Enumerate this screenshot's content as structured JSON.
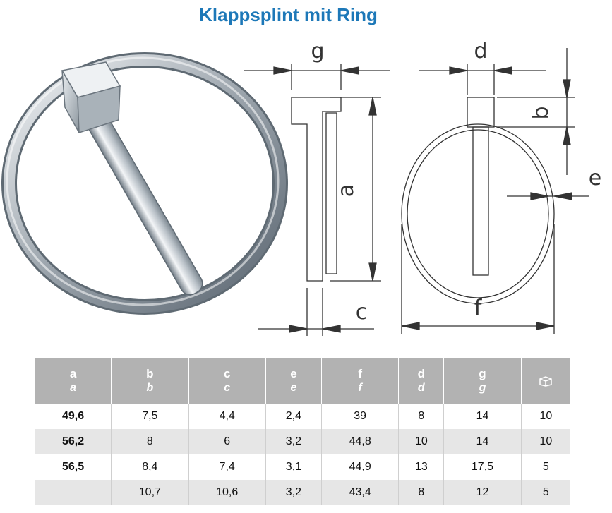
{
  "title": "Klappsplint mit Ring",
  "drawing_labels": {
    "g": "g",
    "d": "d",
    "b": "b",
    "a": "a",
    "e": "e",
    "c": "c",
    "f": "f"
  },
  "table": {
    "headers": [
      {
        "main": "a",
        "sub": "a"
      },
      {
        "main": "b",
        "sub": "b"
      },
      {
        "main": "c",
        "sub": "c"
      },
      {
        "main": "e",
        "sub": "e"
      },
      {
        "main": "f",
        "sub": "f"
      },
      {
        "main": "d",
        "sub": "d"
      },
      {
        "main": "g",
        "sub": "g"
      },
      {
        "icon": "package-box-icon"
      }
    ],
    "rows": [
      [
        "49,6",
        "7,5",
        "4,4",
        "2,4",
        "39",
        "8",
        "14",
        "10"
      ],
      [
        "56,2",
        "8",
        "6",
        "3,2",
        "44,8",
        "10",
        "14",
        "10"
      ],
      [
        "56,5",
        "8,4",
        "7,4",
        "3,1",
        "44,9",
        "13",
        "17,5",
        "5"
      ],
      [
        "",
        "10,7",
        "10,6",
        "3,2",
        "43,4",
        "8",
        "12",
        "5"
      ]
    ]
  },
  "colors": {
    "title": "#1d78b8",
    "header_bg": "#b2b2b2",
    "row_alt": "#e6e6e6"
  }
}
